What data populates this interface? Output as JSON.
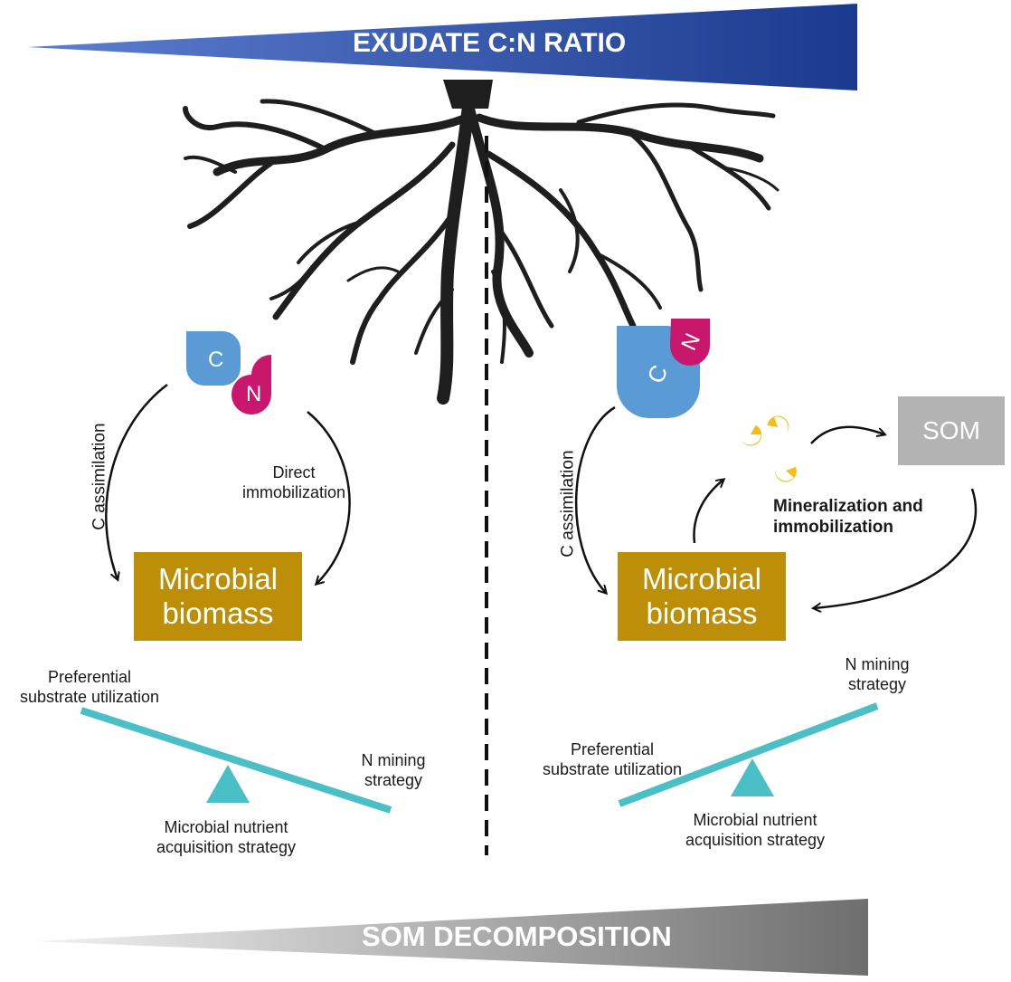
{
  "top_banner": {
    "text": "EXUDATE C:N RATIO",
    "color": "#1f3f94"
  },
  "bottom_banner": {
    "text": "SOM DECOMPOSITION",
    "color": "#7a7a7a"
  },
  "colors": {
    "carbon_drop": "#5b9bd5",
    "nitrogen_drop": "#c8176d",
    "biomass_box": "#bd8e08",
    "som_box": "#b3b3b3",
    "seesaw": "#4bbfc6",
    "enzyme": "#f5bd17",
    "roots": "#1e1e1e"
  },
  "left_panel": {
    "drop_c": "C",
    "drop_n": "N",
    "c_assimilation": "C assimilation",
    "direct_immobilization": [
      "Direct",
      "immobilization"
    ],
    "biomass": [
      "Microbial",
      "biomass"
    ],
    "preferential": [
      "Preferential",
      "substrate utilization"
    ],
    "n_mining": [
      "N mining",
      "strategy"
    ],
    "acquisition": [
      "Microbial nutrient",
      "acquisition strategy"
    ]
  },
  "right_panel": {
    "drop_c": "C",
    "drop_n": "N",
    "c_assimilation": "C assimilation",
    "som": "SOM",
    "mineralization": [
      "Mineralization and",
      "immobilization"
    ],
    "biomass": [
      "Microbial",
      "biomass"
    ],
    "n_mining": [
      "N mining",
      "strategy"
    ],
    "preferential": [
      "Preferential",
      "substrate utilization"
    ],
    "acquisition": [
      "Microbial nutrient",
      "acquisition strategy"
    ]
  }
}
